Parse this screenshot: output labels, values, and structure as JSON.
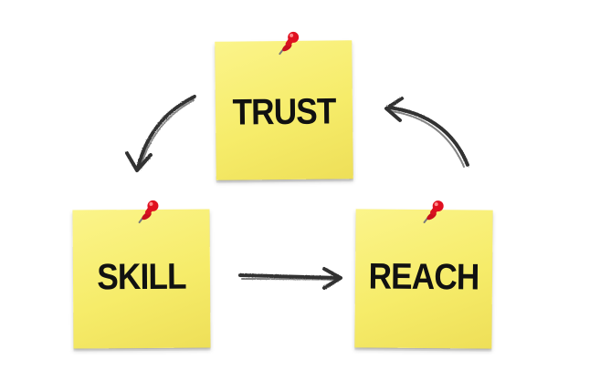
{
  "diagram": {
    "nodes": [
      {
        "id": "trust",
        "label": "TRUST"
      },
      {
        "id": "skill",
        "label": "SKILL"
      },
      {
        "id": "reach",
        "label": "REACH"
      }
    ],
    "edges": [
      {
        "from": "trust",
        "to": "skill"
      },
      {
        "from": "skill",
        "to": "reach"
      },
      {
        "from": "reach",
        "to": "trust"
      }
    ],
    "colors": {
      "note": "#f6ec6a",
      "pin": "#e01020",
      "arrow": "#333333",
      "text": "#111111"
    },
    "icons": {
      "pin": "pushpin-icon"
    }
  }
}
